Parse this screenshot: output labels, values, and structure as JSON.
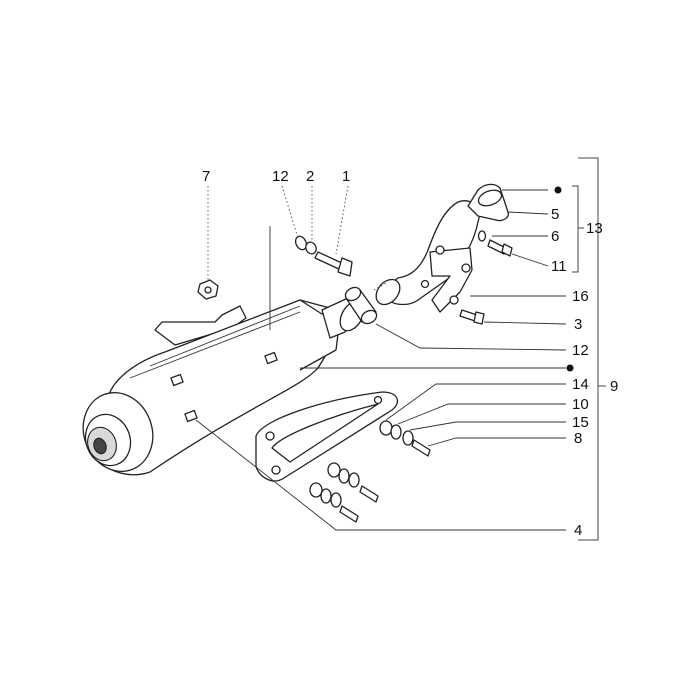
{
  "diagram": {
    "callouts": {
      "c1": "1",
      "c2": "2",
      "c3": "3",
      "c4": "4",
      "c5": "5",
      "c6": "6",
      "c7": "7",
      "c8": "8",
      "c9": "9",
      "c10": "10",
      "c11": "11",
      "c12_top": "12",
      "c12_mid": "12",
      "c13": "13",
      "c14": "14",
      "c15": "15",
      "c16": "16"
    },
    "colors": {
      "line": "#222222",
      "fill": "#ffffff",
      "shade": "#d9d9d9"
    }
  }
}
